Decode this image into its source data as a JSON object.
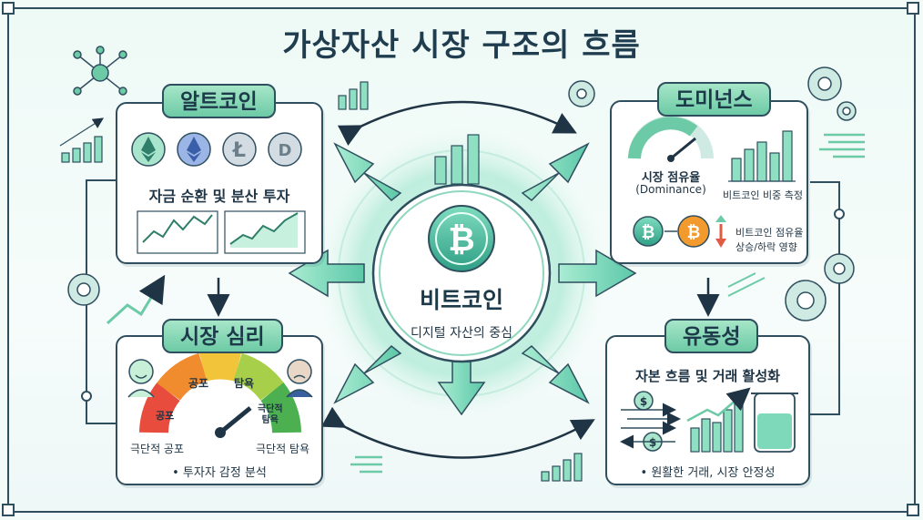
{
  "title": "가상자산 시장 구조의 흐름",
  "center": {
    "label": "비트코인",
    "subtitle": "디지털 자산의 중심"
  },
  "altcoin": {
    "tag": "알트코인",
    "caption": "자금 순환 및 분산 투자",
    "icons": [
      "ethereum-coin-icon",
      "ethereum-blue-coin-icon",
      "litecoin-icon",
      "dash-coin-icon"
    ]
  },
  "dominance": {
    "tag": "도미넌스",
    "gauge_label": "시장 점유율",
    "gauge_sub": "(Dominance)",
    "bars_label": "비트코인 비중 측정",
    "effect_label_1": "비트코인 점유율",
    "effect_label_2": "상승/하락 영향"
  },
  "sentiment": {
    "tag": "시장 심리",
    "fear": "공포",
    "fear_segment": "공포",
    "greed": "탐욕",
    "extreme_greed_segment": "극단적\n탐욕",
    "extreme_fear_label": "극단적 공포",
    "extreme_greed_label": "극단적 탐욕",
    "caption": "• 투자자 감정 분석"
  },
  "liquidity": {
    "tag": "유동성",
    "caption": "자본 흐름 및 거래 활성화",
    "footer": "• 원활한 거래, 시장 안정성"
  },
  "colors": {
    "accent": "#6dcaa6",
    "outline": "#2f4f5f",
    "bitcoin": "#f29a2e",
    "fear": "#e74c3c",
    "greed": "#4caf50"
  }
}
